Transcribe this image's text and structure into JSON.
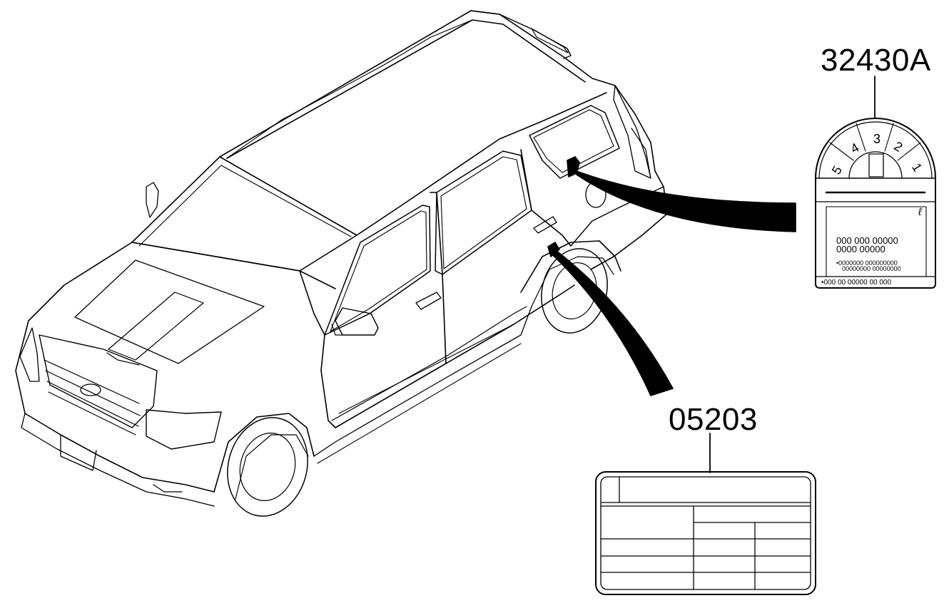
{
  "callouts": [
    {
      "part_number": "32430A",
      "item": "tire-pressure-label"
    },
    {
      "part_number": "05203",
      "item": "vehicle-information-label"
    }
  ],
  "tire_label": {
    "position_numbers": [
      "5",
      "4",
      "3",
      "2",
      "1"
    ],
    "liter_symbol": "ℓ",
    "text_row_1": "000 000 00000",
    "text_row_2": "0000 00000",
    "fine_row_1": "•0000000 000000000",
    "fine_row_2": "00000000 00000000",
    "footer_row": "•000 00 00000 00 000"
  },
  "colors": {
    "line": "#000000",
    "background": "#ffffff"
  }
}
